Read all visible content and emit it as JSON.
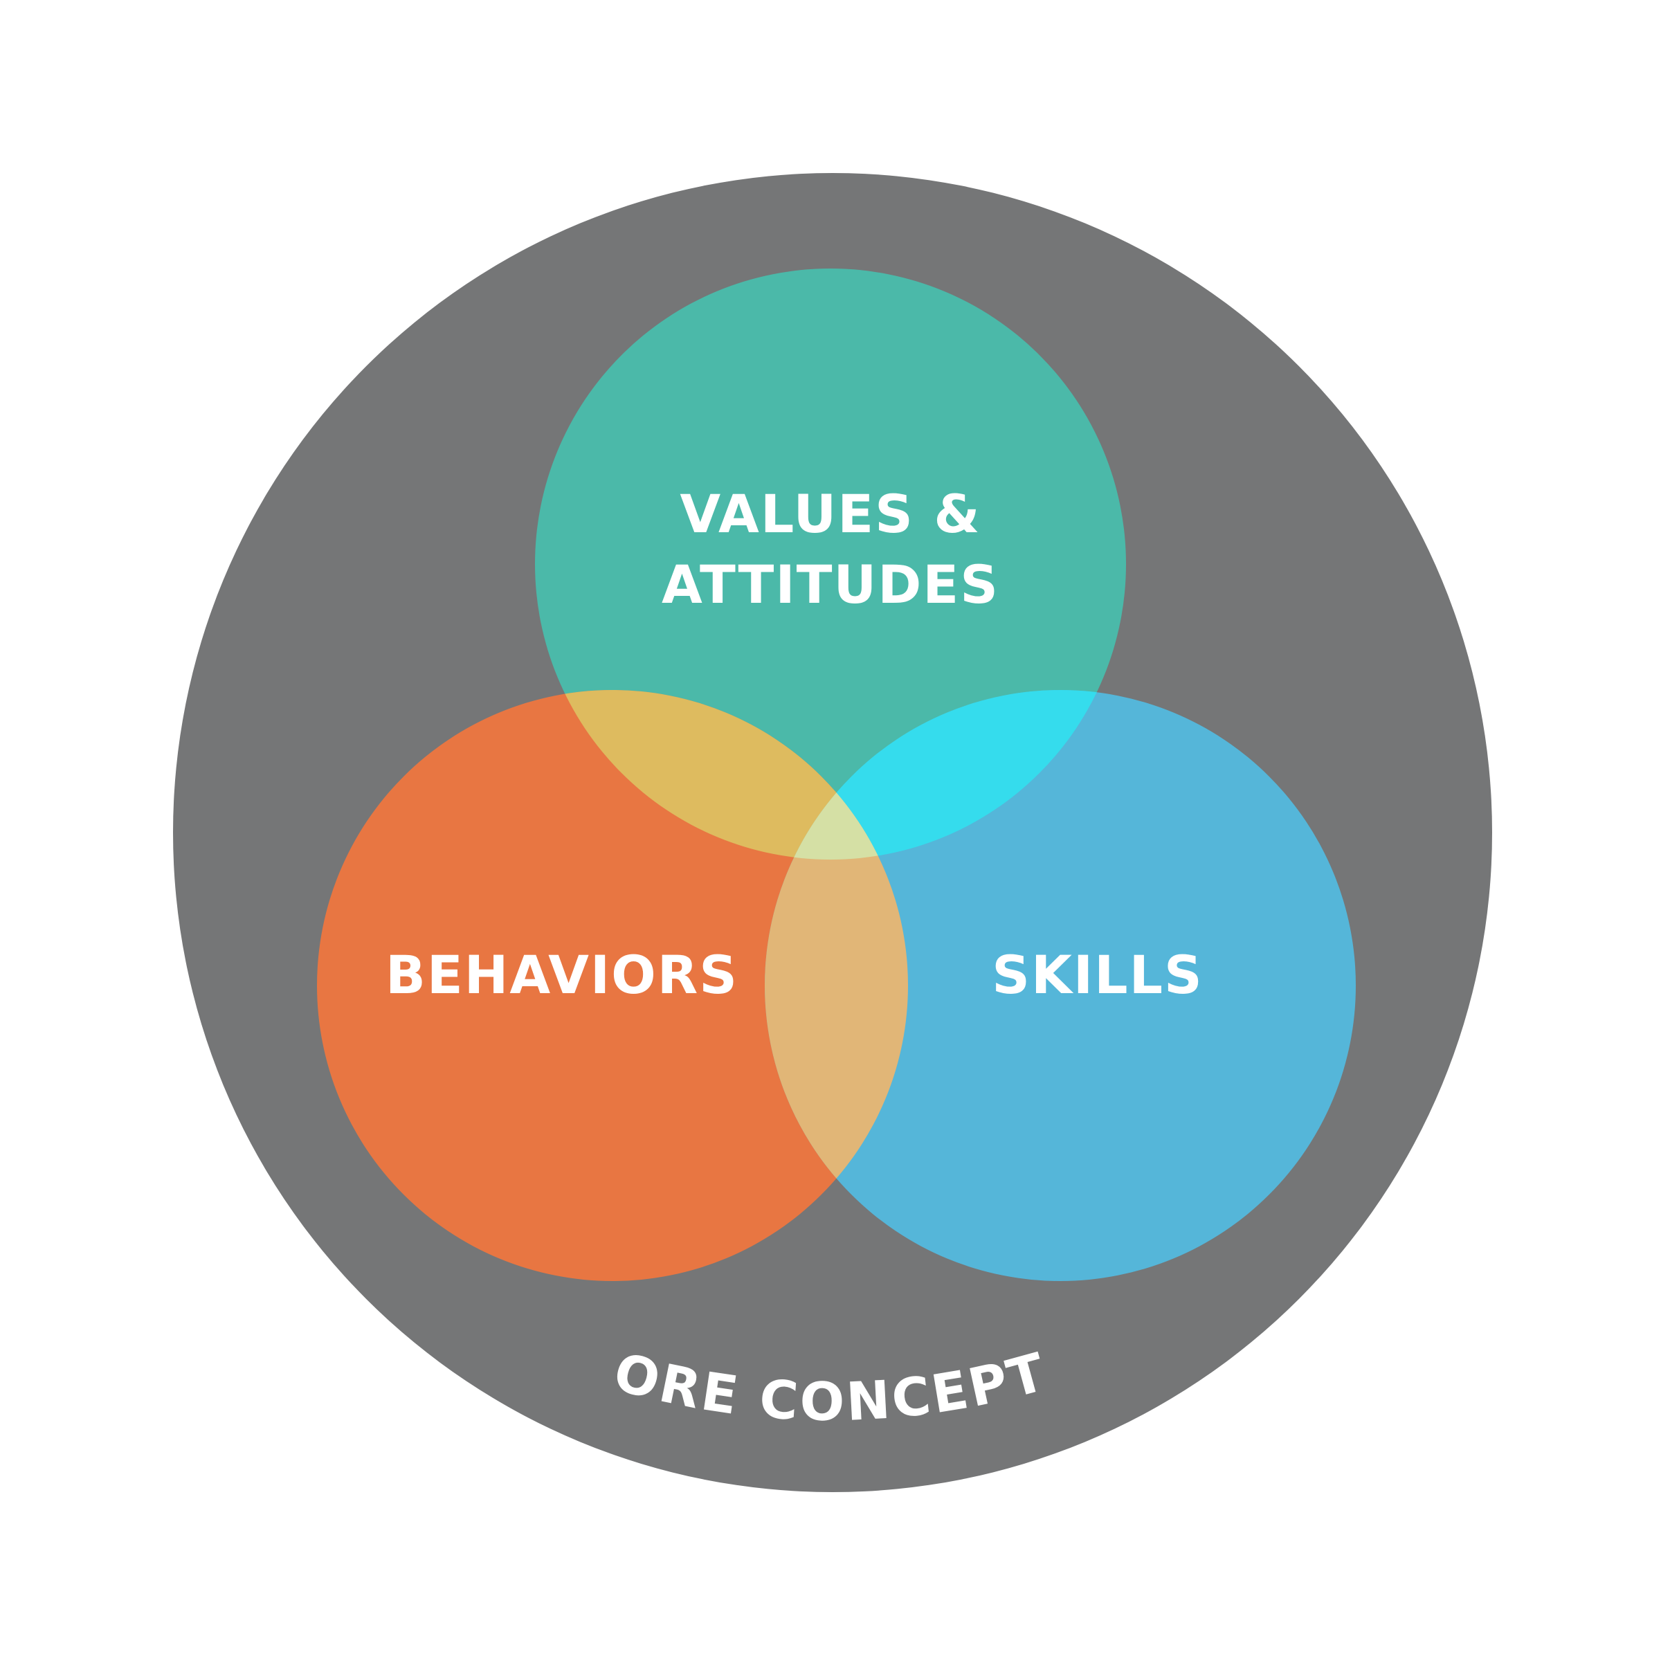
{
  "diagram": {
    "type": "venn",
    "outer_label": "CORE CONCEPTS",
    "sets": [
      {
        "id": "values",
        "line1": "VALUES &",
        "line2": "ATTITUDES",
        "color": "#4BB9A9"
      },
      {
        "id": "behaviors",
        "line1": "BEHAVIORS",
        "color": "#E87642"
      },
      {
        "id": "skills",
        "line1": "SKILLS",
        "color": "#55B6D9"
      }
    ],
    "overlap_colors": {
      "values_behaviors": "#DEBB5F",
      "values_skills": "#35DCED",
      "behaviors_skills": "#E1B677",
      "all_three": "#D5E0A5"
    },
    "outer_color": "#757677",
    "background_color": "#FFFFFF"
  }
}
